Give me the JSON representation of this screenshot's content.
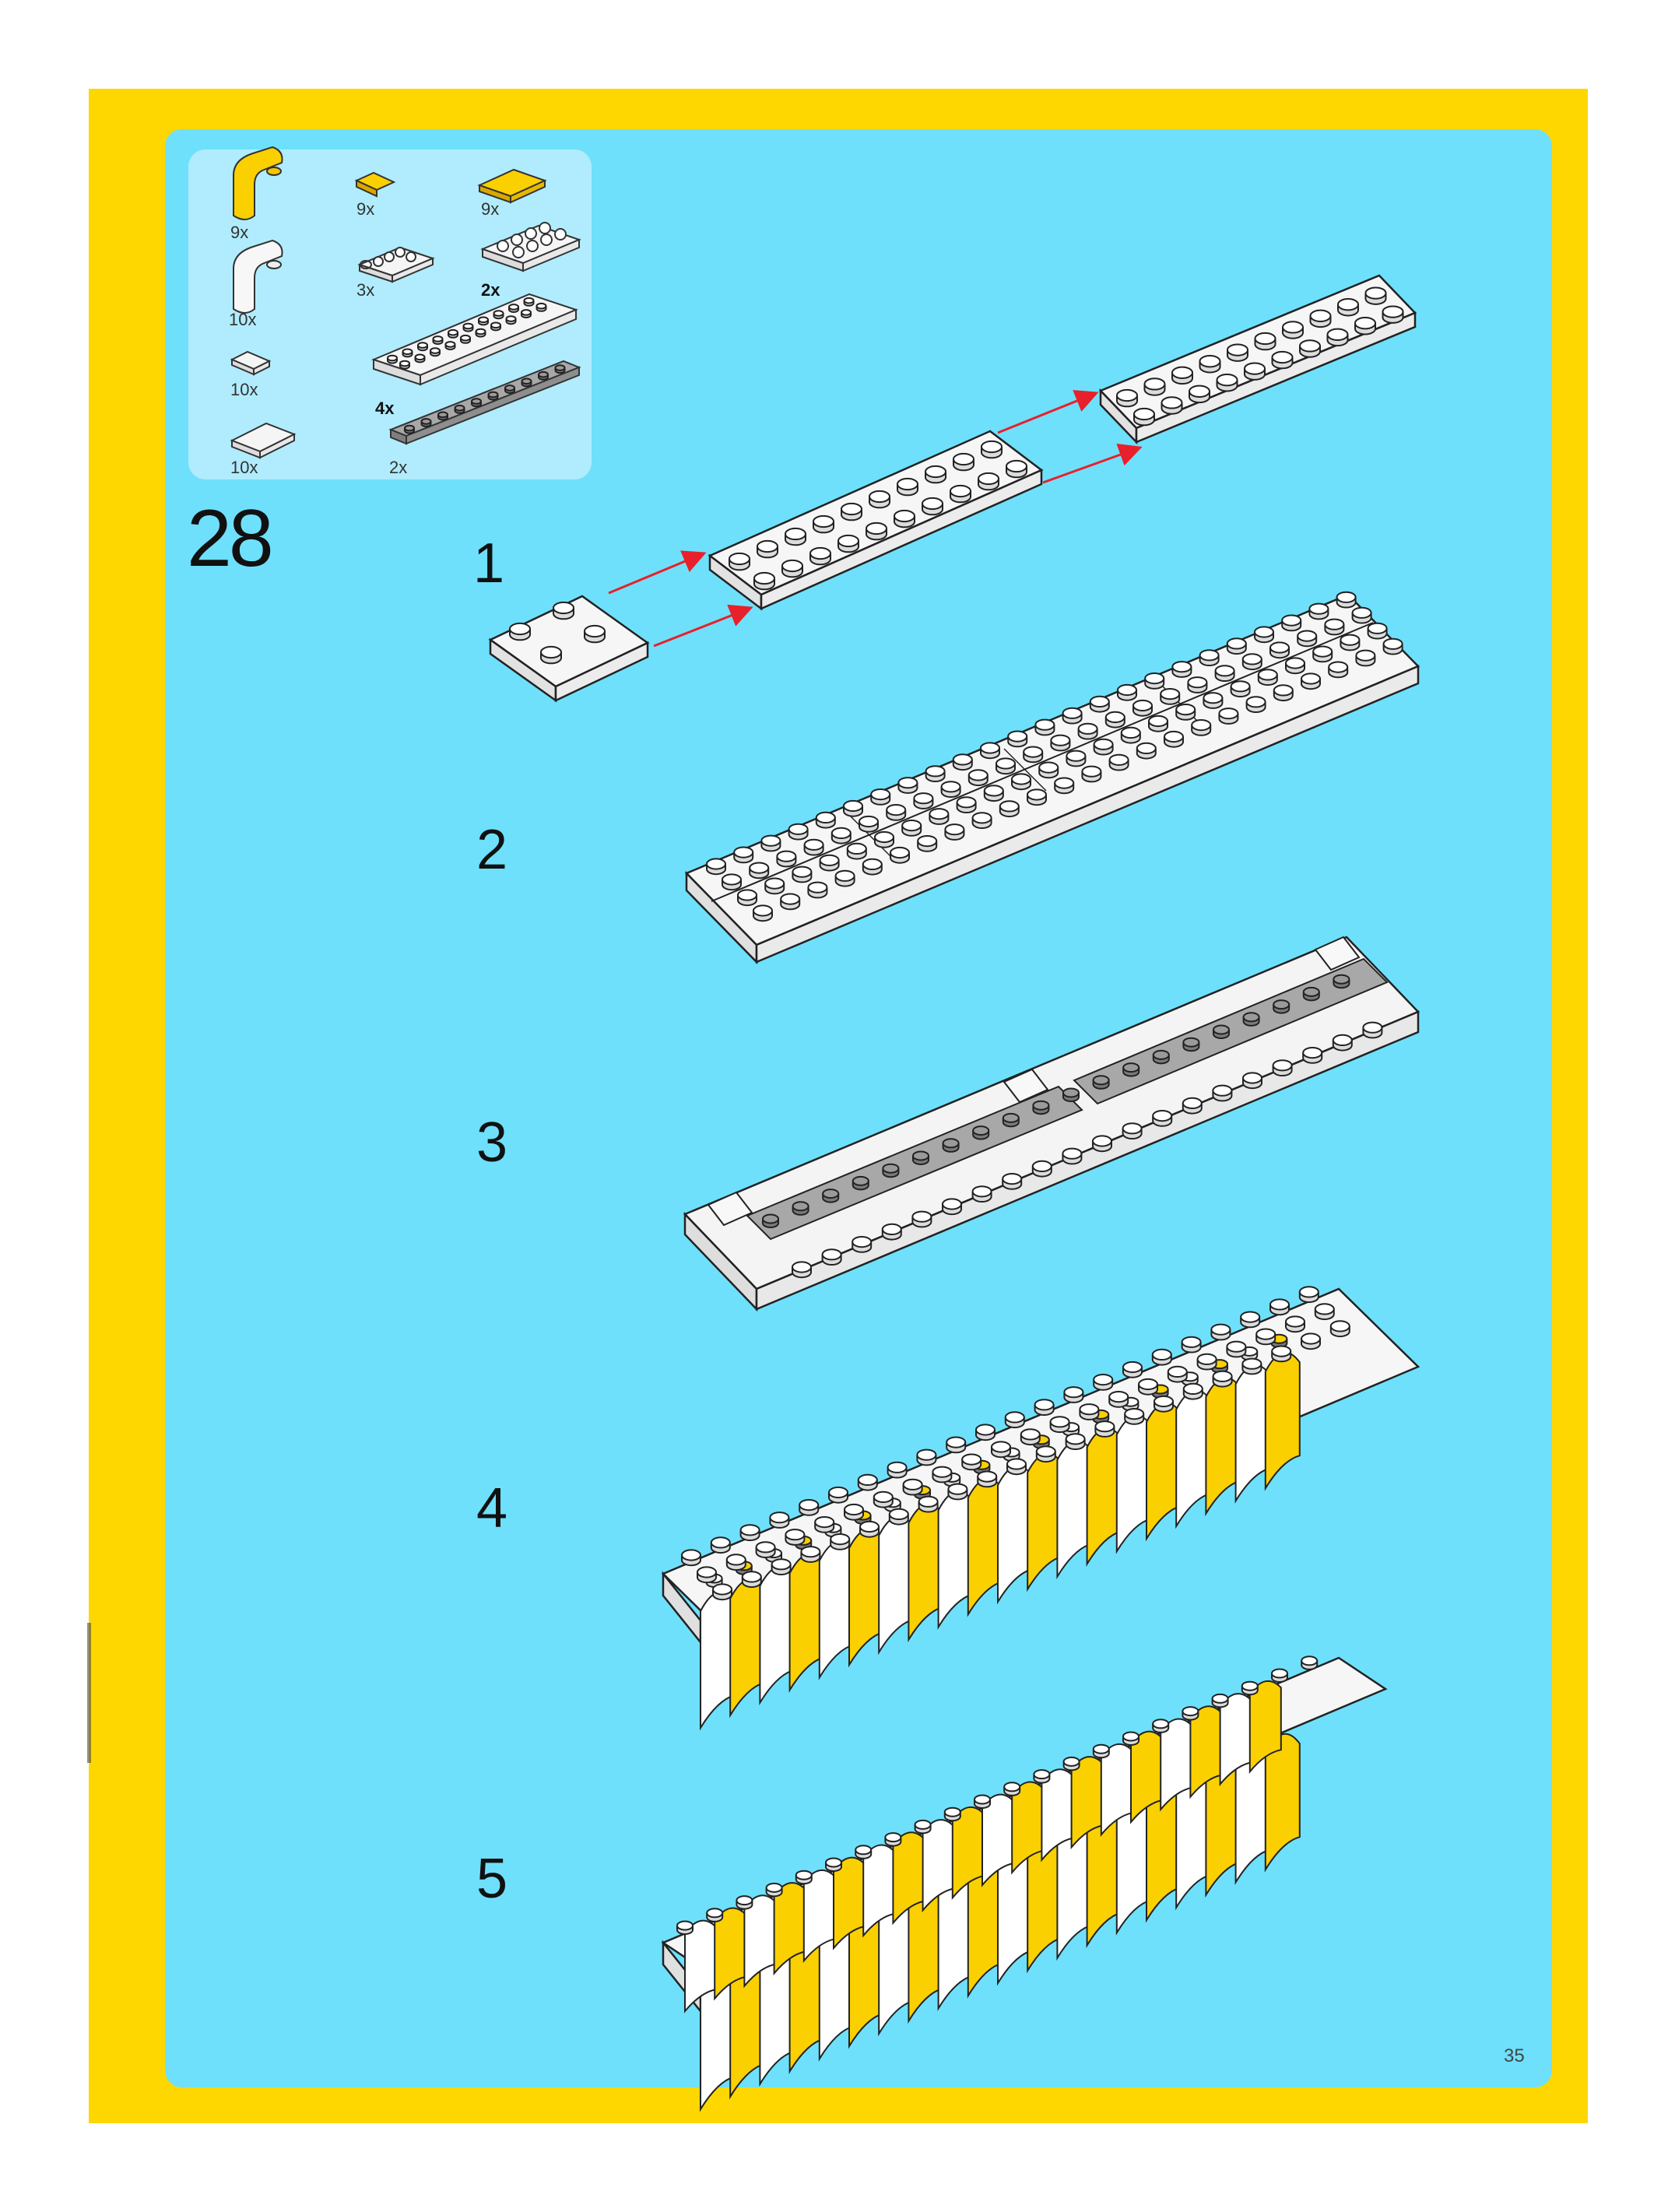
{
  "colors": {
    "frame": "#fed700",
    "panel": "#6ee0fc",
    "parts_box": "#b0ecfd",
    "brick_white": "#f5f5f5",
    "brick_yellow": "#fbd000",
    "brick_gray": "#9a9a9a",
    "arrow_red": "#e8202a"
  },
  "parts": [
    {
      "icon": "yellow-curved-slope-icon",
      "qty": "9x"
    },
    {
      "icon": "yellow-tile-1x2-icon",
      "qty": "9x"
    },
    {
      "icon": "yellow-tile-2x4-icon",
      "qty": "9x"
    },
    {
      "icon": "white-curved-slope-icon",
      "qty": "10x"
    },
    {
      "icon": "white-plate-2x4-with-clips-icon",
      "qty": "3x"
    },
    {
      "icon": "white-plate-2x4-icon",
      "qty": "2x"
    },
    {
      "icon": "white-tile-1x2-icon",
      "qty": "10x"
    },
    {
      "icon": "white-plate-2x10-icon",
      "qty": "4x"
    },
    {
      "icon": "white-tile-2x4-icon",
      "qty": "10x"
    },
    {
      "icon": "gray-plate-1x10-icon",
      "qty": "2x"
    }
  ],
  "step": {
    "number": "28"
  },
  "substeps": [
    "1",
    "2",
    "3",
    "4",
    "5"
  ],
  "page_number": "35"
}
